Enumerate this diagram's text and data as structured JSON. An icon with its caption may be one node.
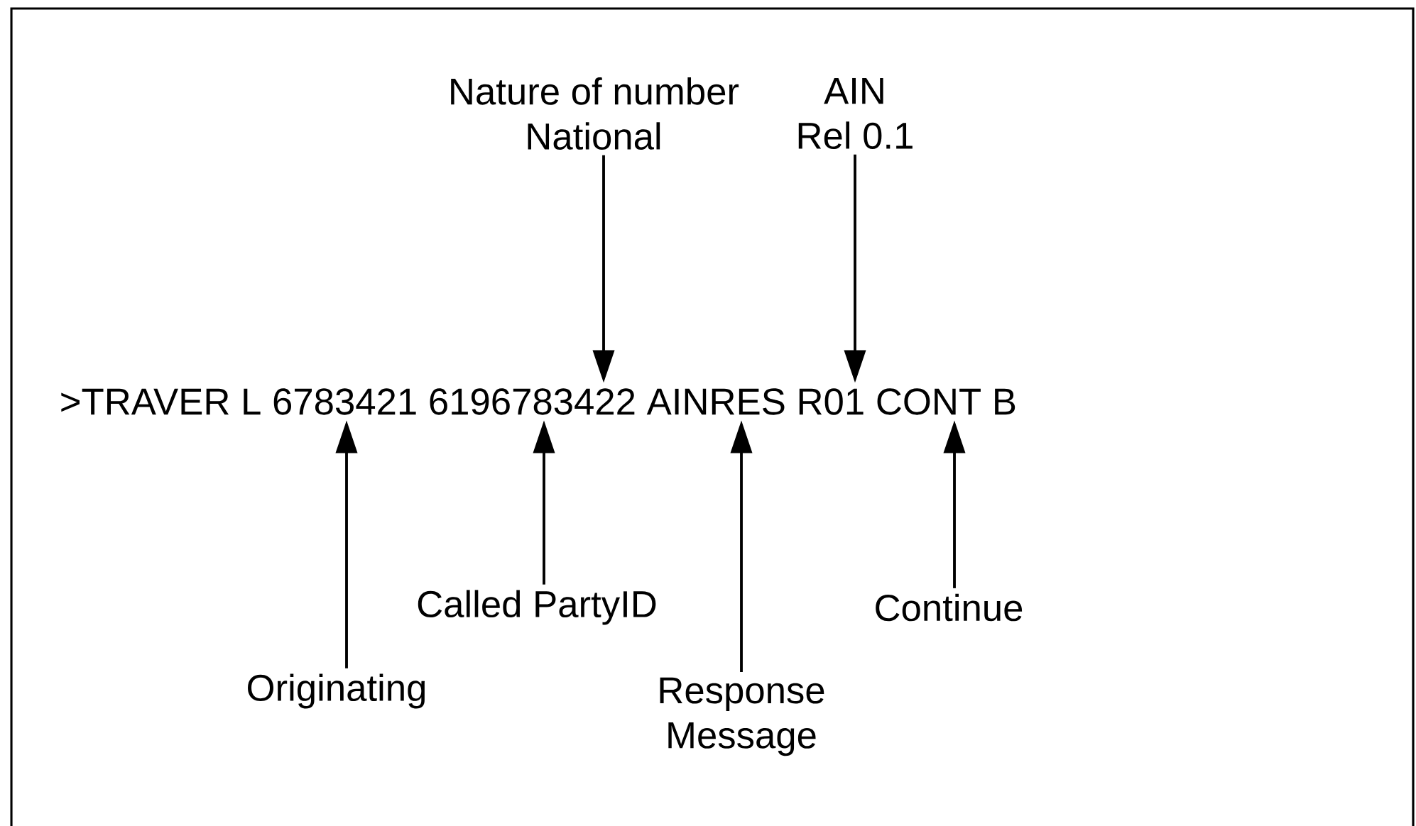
{
  "diagram": {
    "nodes": [
      {
        "text": [
          "Nature of number",
          "National"
        ]
      },
      {
        "text": [
          "AIN",
          "Rel 0.1"
        ]
      },
      {
        "text": [
          ">TRAVER L 6783421 6196783422 AINRES R01 CONT B"
        ]
      },
      {
        "text": [
          "Called PartyID"
        ]
      },
      {
        "text": [
          "Continue"
        ]
      },
      {
        "text": [
          "Originating"
        ]
      },
      {
        "text": [
          "Response Message"
        ]
      }
    ],
    "edges": [
      {
        "from": 0,
        "to": 2,
        "arrow": "to"
      },
      {
        "from": 1,
        "to": 2,
        "arrow": "to"
      },
      {
        "from": 5,
        "to": 2,
        "arrow": "to"
      },
      {
        "from": 3,
        "to": 2,
        "arrow": "to"
      },
      {
        "from": 6,
        "to": 2,
        "arrow": "to"
      },
      {
        "from": 4,
        "to": 2,
        "arrow": "to"
      }
    ]
  }
}
